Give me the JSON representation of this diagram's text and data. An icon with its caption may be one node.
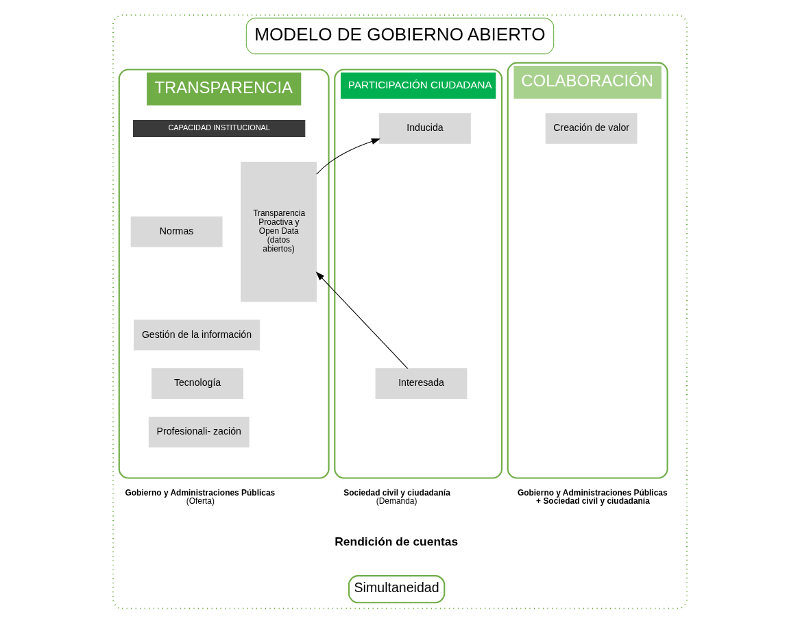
{
  "diagram": {
    "nodes": [
      {
        "text": [
          "MODELO DE GOBIERNO ABIERTO",
          "Simultaneidad"
        ]
      },
      {
        "text": [
          "TRANSPARENCIA"
        ],
        "in": 0,
        "beside": [
          "Gobierno y Administraciones Públicas",
          "(Oferta)"
        ]
      },
      {
        "text": [
          "CAPACIDAD INSTITUCIONAL"
        ],
        "in": 1
      },
      {
        "text": [
          "Normas"
        ],
        "in": 1
      },
      {
        "text": [
          "Gestión de la información"
        ],
        "in": 1
      },
      {
        "text": [
          "Tecnología"
        ],
        "in": 1
      },
      {
        "text": [
          "Profesionali- zación"
        ],
        "in": 1
      },
      {
        "text": [
          "Transparencia Proactiva y Open Data (datos abiertos)"
        ],
        "in": 1
      },
      {
        "text": [
          "PARTICIPACIÓN CIUDADANA"
        ],
        "in": 0,
        "beside": [
          "Sociedad civil y ciudadanía",
          "(Demanda)"
        ]
      },
      {
        "text": [
          "Inducida"
        ],
        "in": 8
      },
      {
        "text": [
          "Interesada"
        ],
        "in": 8
      },
      {
        "text": [
          "COLABORACIÓN"
        ],
        "in": 0,
        "beside": [
          "Gobierno y Administraciones Públicas + Sociedad civil y ciudadanía"
        ]
      },
      {
        "text": [
          "Creación de valor"
        ],
        "in": 11
      }
    ],
    "edges": [
      {
        "from": 7,
        "to": 9,
        "arrow": "to"
      },
      {
        "from": 10,
        "to": 7,
        "arrow": "to"
      }
    ],
    "labels": [
      "Rendición de cuentas"
    ]
  }
}
